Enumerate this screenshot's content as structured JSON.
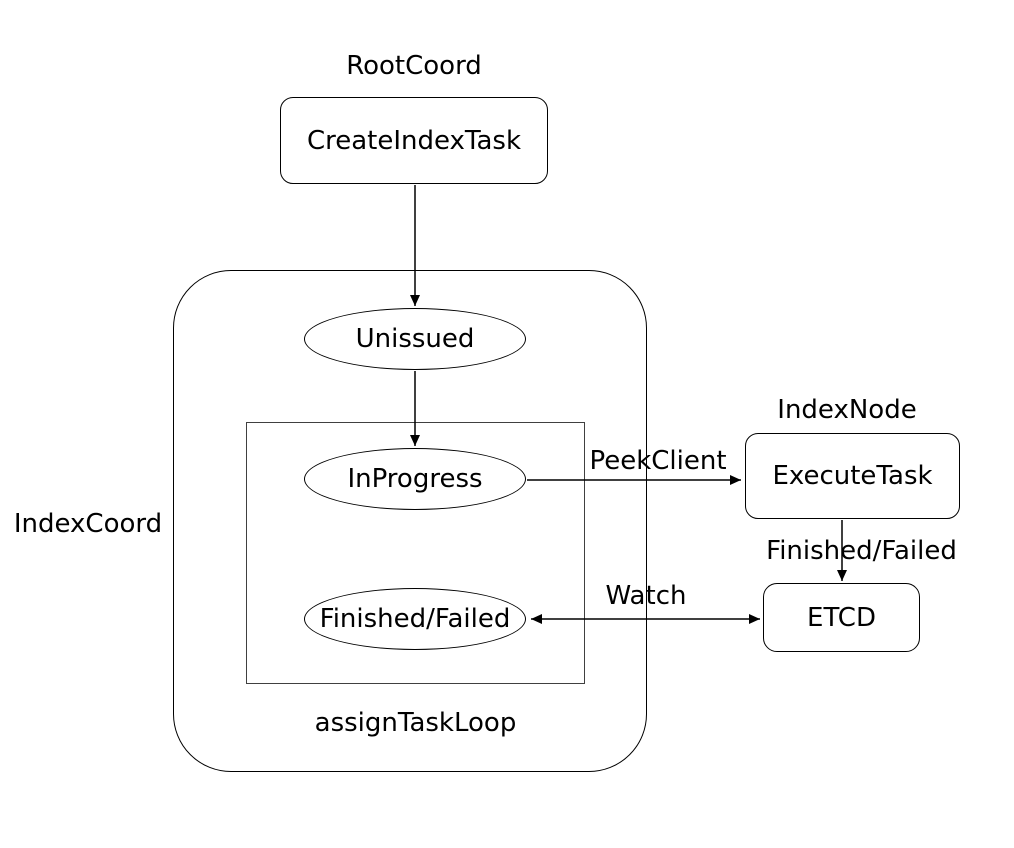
{
  "colors": {
    "background": "#ffffff",
    "stroke": "#000000",
    "inner_box_stroke": "#404040"
  },
  "groups": {
    "root_coord": {
      "label": "RootCoord"
    },
    "index_coord": {
      "label": "IndexCoord"
    },
    "index_node": {
      "label": "IndexNode"
    },
    "assign_task_loop": {
      "label": "assignTaskLoop"
    }
  },
  "nodes": {
    "create_index_task": {
      "label": "CreateIndexTask",
      "shape": "rounded-rect"
    },
    "unissued": {
      "label": "Unissued",
      "shape": "ellipse"
    },
    "in_progress": {
      "label": "InProgress",
      "shape": "ellipse"
    },
    "finished_failed": {
      "label": "Finished/Failed",
      "shape": "ellipse"
    },
    "execute_task": {
      "label": "ExecuteTask",
      "shape": "rounded-rect"
    },
    "etcd": {
      "label": "ETCD",
      "shape": "rounded-rect"
    }
  },
  "edges": {
    "create_index_task_to_unissued": {
      "from": "CreateIndexTask",
      "to": "Unissued",
      "label": ""
    },
    "unissued_to_in_progress": {
      "from": "Unissued",
      "to": "InProgress",
      "label": ""
    },
    "in_progress_to_execute_task": {
      "from": "InProgress",
      "to": "ExecuteTask",
      "label": "PeekClient"
    },
    "finished_failed_watch_etcd": {
      "from": "Finished/Failed",
      "to": "ETCD",
      "label": "Watch",
      "bidirectional": true
    },
    "execute_task_to_etcd": {
      "from": "ExecuteTask",
      "to": "ETCD",
      "label": "Finished/Failed"
    }
  }
}
